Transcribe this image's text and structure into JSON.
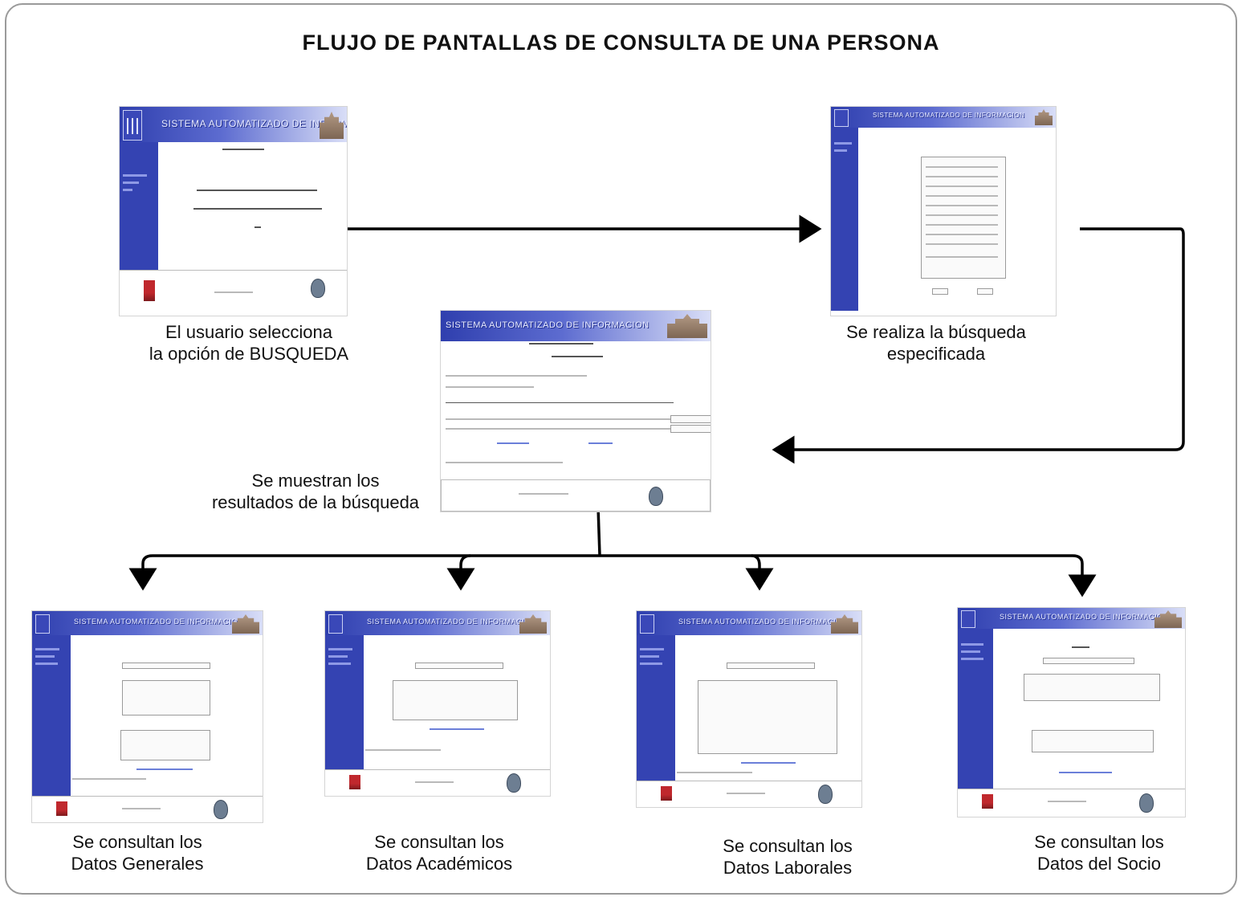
{
  "title": "FLUJO DE PANTALLAS DE CONSULTA DE UNA PERSONA",
  "thumbnail": {
    "header_text": "SISTEMA AUTOMATIZADO DE INFORMACION"
  },
  "captions": {
    "step1": [
      "El usuario selecciona",
      "la opción de BUSQUEDA"
    ],
    "step2": [
      "Se realiza la búsqueda",
      "especificada"
    ],
    "step3": [
      "Se muestran los",
      "resultados de la búsqueda"
    ],
    "step4a": [
      "Se consultan los",
      "Datos Generales"
    ],
    "step4b": [
      "Se consultan los",
      "Datos Académicos"
    ],
    "step4c": [
      "Se consultan los",
      "Datos Laborales"
    ],
    "step4d": [
      "Se consultan los",
      "Datos del Socio"
    ]
  },
  "colors": {
    "header_blue": "#2f3fae",
    "sidebar_blue": "#3443b2",
    "arrow": "#000000"
  }
}
